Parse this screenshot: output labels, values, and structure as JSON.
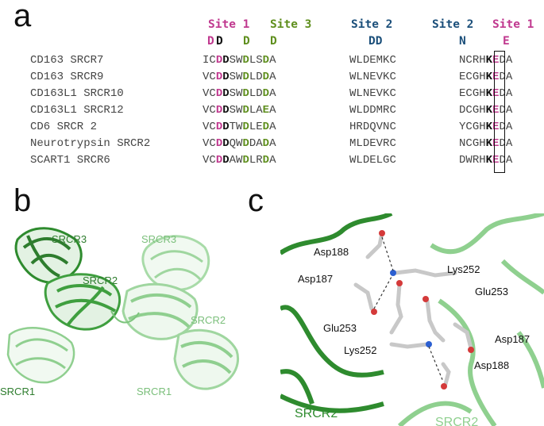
{
  "panels": {
    "a": "a",
    "b": "b",
    "c": "c"
  },
  "alignment": {
    "site_headers": [
      {
        "text": "Site 1",
        "color": "#c0398f"
      },
      {
        "text": "Site 3",
        "color": "#5f8f1e"
      },
      {
        "text": "Site 2",
        "color": "#1b4f7a"
      },
      {
        "text": "Site 2",
        "color": "#1b4f7a"
      },
      {
        "text": "Site 1",
        "color": "#c0398f"
      }
    ],
    "residue_headers": [
      {
        "text": "D",
        "color": "#c0398f"
      },
      {
        "text": "D",
        "color": "#111111"
      },
      {
        "text": "D",
        "color": "#5f8f1e"
      },
      {
        "text": "D",
        "color": "#5f8f1e"
      },
      {
        "text": "DD",
        "color": "#1b4f7a"
      },
      {
        "text": "N",
        "color": "#1b4f7a"
      },
      {
        "text": "E",
        "color": "#c0398f"
      }
    ],
    "rows": [
      {
        "name": "CD163 SRCR7",
        "seq1": "ICDDSWDLSDA",
        "seq2": "WLDEMKC",
        "seq3": "NCRHKEDA"
      },
      {
        "name": "CD163 SRCR9",
        "seq1": "VCDDSWDLDDA",
        "seq2": "WLNEVKC",
        "seq3": "ECGHKEDA"
      },
      {
        "name": "CD163L1 SRCR10",
        "seq1": "VCDDSWDLDDA",
        "seq2": "WLNEVKC",
        "seq3": "ECGHKEDA"
      },
      {
        "name": "CD163L1 SRCR12",
        "seq1": "VCDDSWDLAEA",
        "seq2": "WLDDMRC",
        "seq3": "DCGHKEDA"
      },
      {
        "name": "CD6 SRCR 2",
        "seq1": "VCDDTWDLEDA",
        "seq2": "HRDQVNC",
        "seq3": "YCGHKEDA"
      },
      {
        "name": "Neurotrypsin SRCR2",
        "seq1": "VCDDQWDDADA",
        "seq2": "MLDEVRC",
        "seq3": "NCGHKEDA"
      },
      {
        "name": "SCART1 SRCR6",
        "seq1": "VCDDAWDLRDA",
        "seq2": "WLDELGC",
        "seq3": "DWRHKEDA"
      }
    ]
  },
  "panel_b": {
    "labels": [
      "SRCR3",
      "SRCR2",
      "SRCR1",
      "SRCR3",
      "SRCR2",
      "SRCR1"
    ],
    "colors": {
      "dark": "#2e8b2e",
      "light": "#9fd69f"
    }
  },
  "panel_c": {
    "residues": [
      "Asp188",
      "Asp187",
      "Lys252",
      "Glu253",
      "Glu253",
      "Lys252",
      "Asp187",
      "Asp188"
    ],
    "chains": [
      "SRCR2",
      "SRCR2"
    ],
    "colors": {
      "dark": "#2e8b2e",
      "light": "#7cc47c",
      "carbon": "#c8c8c8",
      "oxygen": "#d43a3a",
      "nitrogen": "#2b5fd1"
    }
  }
}
